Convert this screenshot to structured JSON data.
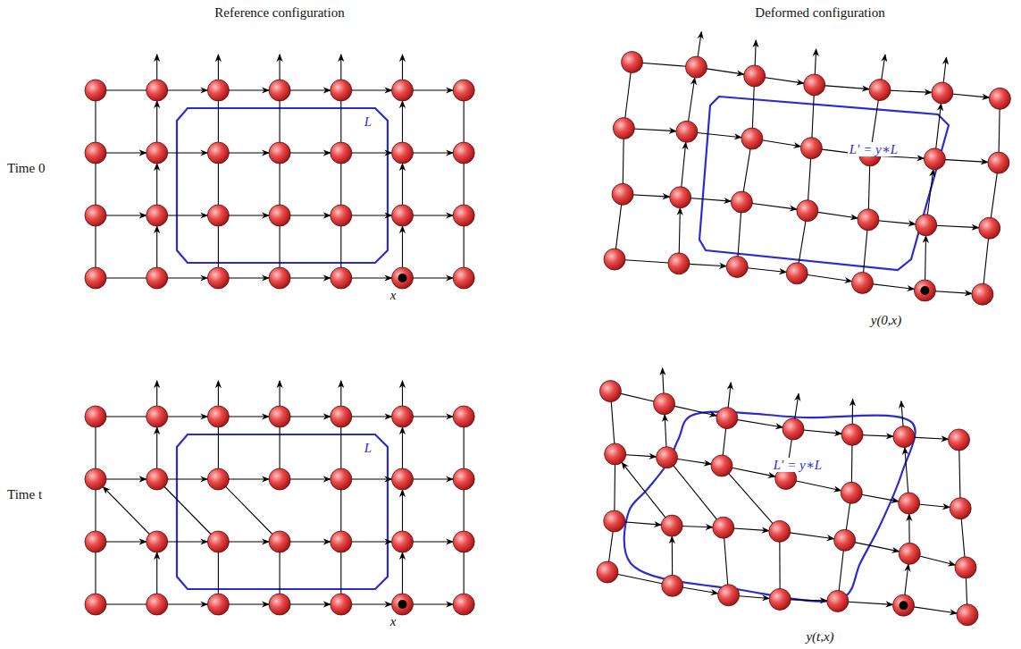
{
  "diagram": {
    "labels": [
      "Reference configuration",
      "Deformed configuration",
      "Time 0",
      "Time t",
      "L",
      "L′ = y∗L",
      "x",
      "y(0,x)",
      "L",
      "L′ = y∗L",
      "x",
      "y(t,x)"
    ]
  }
}
